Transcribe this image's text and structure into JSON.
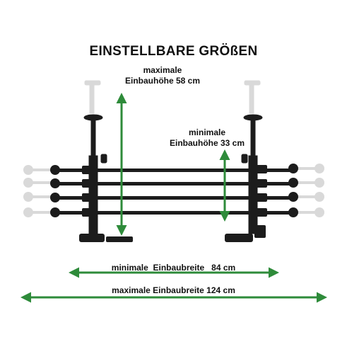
{
  "title": "EINSTELLBARE GRÖßEN",
  "labels": {
    "max_height_line1": "maximale",
    "max_height_line2": "Einbauhöhe 58 cm",
    "min_height_line1": "minimale",
    "min_height_line2": "Einbauhöhe 33 cm",
    "min_width": "minimale  Einbaubreite   84 cm",
    "max_width": "maximale Einbaubreite 124 cm"
  },
  "colors": {
    "arrow": "#2e8b3a",
    "metal": "#1c1c1c",
    "ghost": "#d9d9d9",
    "text": "#111111"
  },
  "icons": [
    "car-dog-guard-image",
    "height-arrow-icon",
    "width-arrow-icon"
  ]
}
